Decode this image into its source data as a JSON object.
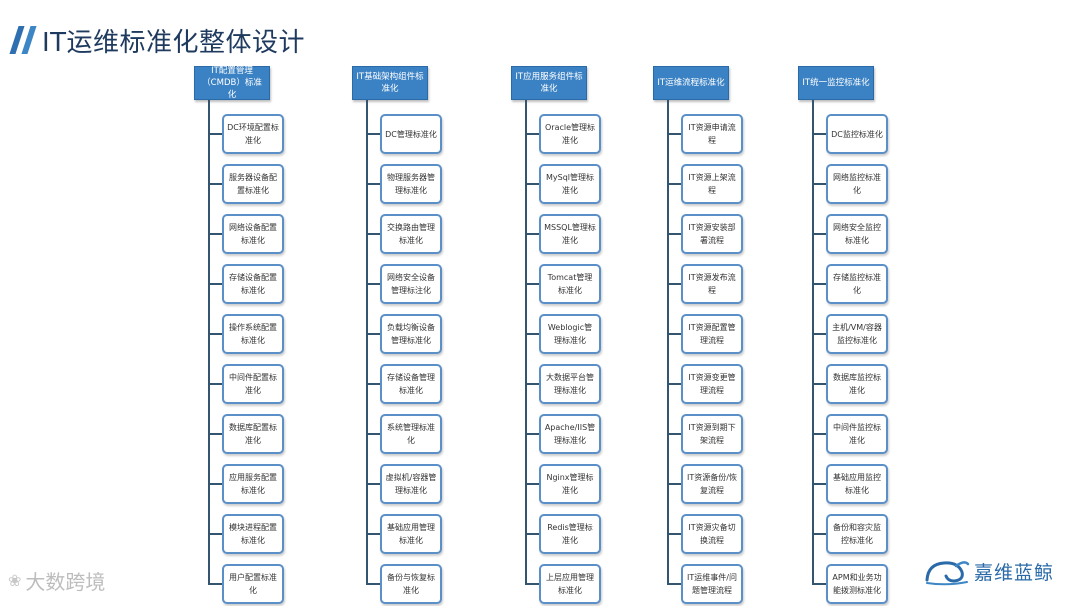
{
  "page": {
    "title": "IT运维标准化整体设计"
  },
  "columns": [
    {
      "header": "IT配置管理（CMDB）标准化",
      "items": [
        "DC环境配置标准化",
        "服务器设备配置标准化",
        "网络设备配置标准化",
        "存储设备配置标准化",
        "操作系统配置标准化",
        "中间件配置标准化",
        "数据库配置标准化",
        "应用服务配置标准化",
        "模块进程配置标准化",
        "用户配置标准化"
      ]
    },
    {
      "header": "IT基础架构组件标准化",
      "items": [
        "DC管理标准化",
        "物理服务器管理标准化",
        "交换路由管理标准化",
        "网络安全设备管理标注化",
        "负载均衡设备管理标准化",
        "存储设备管理标准化",
        "系统管理标准化",
        "虚拟机/容器管理标准化",
        "基础应用管理标准化",
        "备份与恢复标准化"
      ]
    },
    {
      "header": "IT应用服务组件标准化",
      "items": [
        "Oracle管理标准化",
        "MySql管理标准化",
        "MSSQL管理标准化",
        "Tomcat管理标准化",
        "Weblogic管理标准化",
        "大数据平台管理标准化",
        "Apache/IIS管理标准化",
        "Nginx管理标准化",
        "Redis管理标准化",
        "上层应用管理标准化"
      ]
    },
    {
      "header": "IT运维流程标准化",
      "items": [
        "IT资源申请流程",
        "IT资源上架流程",
        "IT资源安装部署流程",
        "IT资源发布流程",
        "IT资源配置管理流程",
        "IT资源变更管理流程",
        "IT资源到期下架流程",
        "IT资源备份/恢复流程",
        "IT资源灾备切换流程",
        "IT运维事件/问题管理流程"
      ]
    },
    {
      "header": "IT统一监控标准化",
      "items": [
        "DC监控标准化",
        "网络监控标准化",
        "网络安全监控标准化",
        "存储监控标准化",
        "主机/VM/容器监控标准化",
        "数据库监控标准化",
        "中间件监控标准化",
        "基础应用监控标准化",
        "备份和容灾监控标准化",
        "APM和业务功能拨测标准化"
      ]
    }
  ],
  "watermark": {
    "text": "大数跨境"
  },
  "logo": {
    "text": "嘉维蓝鲸"
  }
}
